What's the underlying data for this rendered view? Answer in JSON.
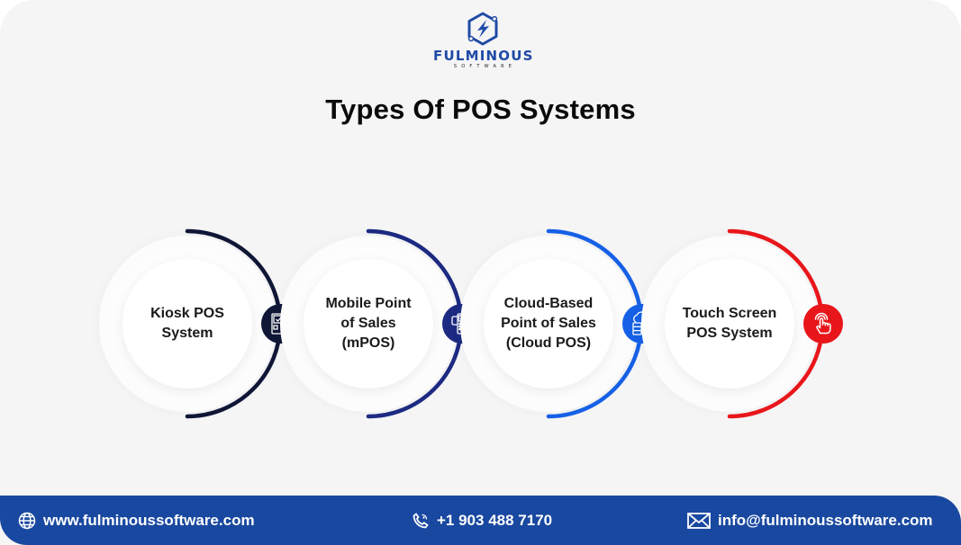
{
  "brand": {
    "name": "FULMINOUS",
    "tagline": "SOFTWARE",
    "logo_icon": "lightning-hexagon-icon",
    "color": "#1f4aa6"
  },
  "title": "Types Of POS Systems",
  "nodes": [
    {
      "label": "Kiosk POS\nSystem",
      "icon": "kiosk-touch-icon",
      "color": "#0f1636"
    },
    {
      "label": "Mobile Point\nof Sales\n(mPOS)",
      "icon": "card-reader-icon",
      "color": "#1c2a82"
    },
    {
      "label": "Cloud-Based\nPoint of Sales\n(Cloud POS)",
      "icon": "cloud-server-user-icon",
      "color": "#1660e6"
    },
    {
      "label": "Touch Screen\nPOS System",
      "icon": "tap-hand-icon",
      "color": "#e8161b"
    }
  ],
  "footer": {
    "background": "#1948a0",
    "website": {
      "icon": "globe-icon",
      "text": "www.fulminoussoftware.com"
    },
    "phone": {
      "icon": "phone-icon",
      "text": "+1 903 488 7170"
    },
    "email": {
      "icon": "envelope-icon",
      "text": "info@fulminoussoftware.com"
    }
  }
}
